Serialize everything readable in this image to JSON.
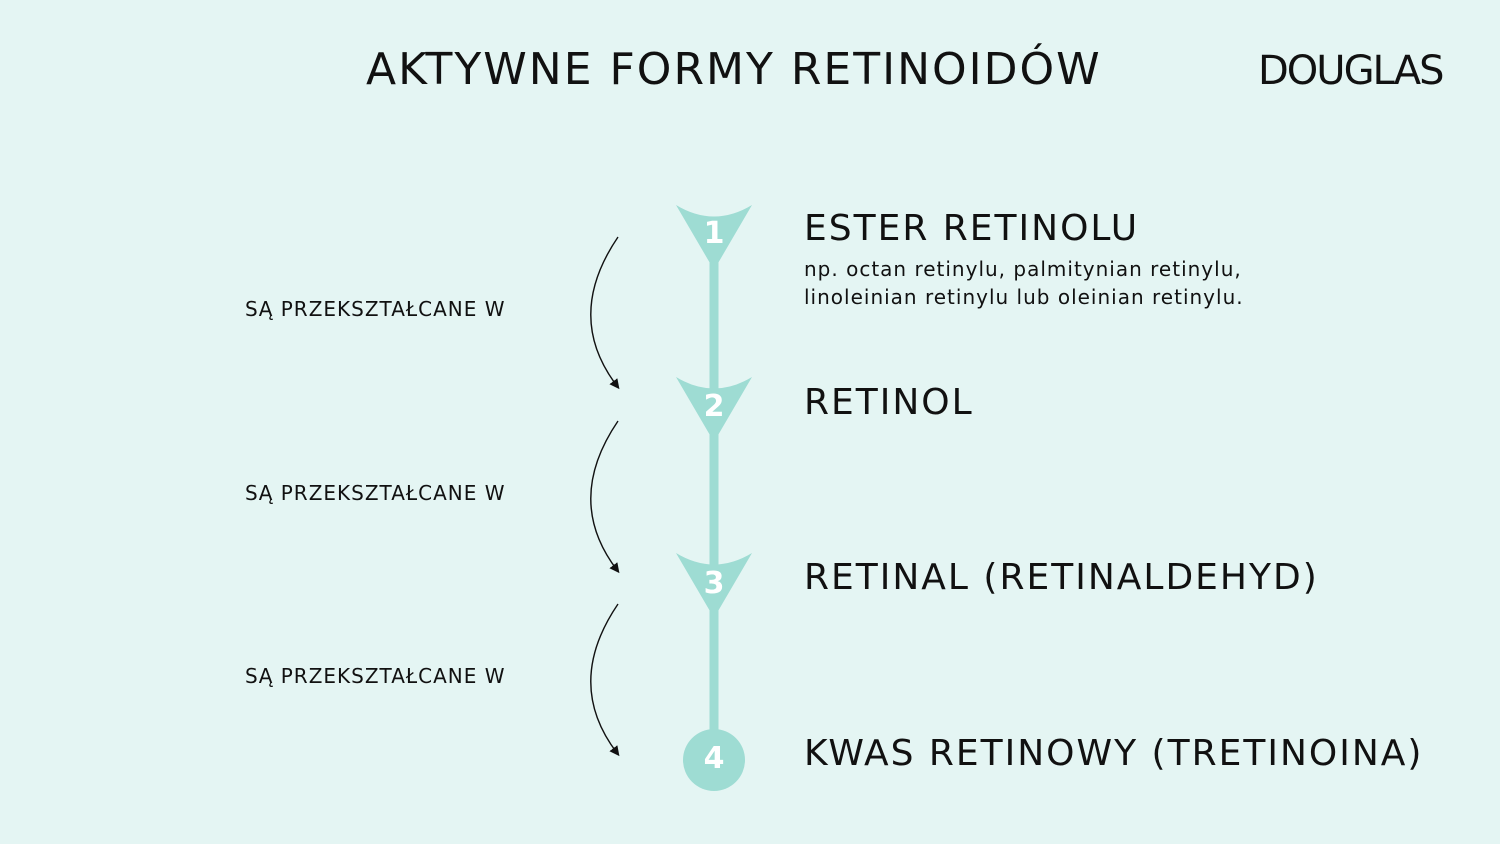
{
  "header": {
    "title": "AKTYWNE FORMY RETINOIDÓW",
    "logo": "DOUGLAS"
  },
  "colors": {
    "background": "#e4f5f3",
    "accent": "#9edcd3",
    "text": "#111111"
  },
  "steps": [
    {
      "number": "1",
      "title": "ESTER RETINOLU",
      "description_lines": [
        "np. octan retinylu, palmitynian retinylu,",
        "linoleinian retinylu lub oleinian retinylu."
      ]
    },
    {
      "number": "2",
      "title": "RETINOL"
    },
    {
      "number": "3",
      "title": "RETINAL (RETINALDEHYD)"
    },
    {
      "number": "4",
      "title": "KWAS RETINOWY (TRETINOINA)"
    }
  ],
  "conversions": [
    {
      "label": "SĄ PRZEKSZTAŁCANE W"
    },
    {
      "label": "SĄ PRZEKSZTAŁCANE W"
    },
    {
      "label": "SĄ PRZEKSZTAŁCANE W"
    }
  ]
}
